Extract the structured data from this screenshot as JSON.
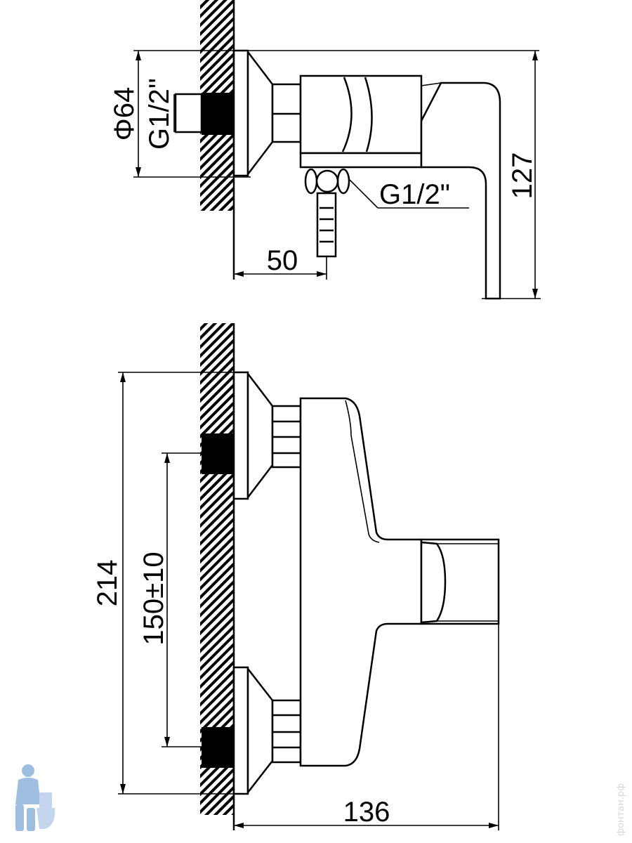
{
  "title": "Shower mixer dimensional drawing",
  "side_view": {
    "flange_diameter": "Φ64",
    "inlet_thread": "G1/2''",
    "outlet_thread": "G1/2\"",
    "outlet_offset": "50",
    "height": "127"
  },
  "front_view": {
    "overall_height": "214",
    "inlet_spacing": "150±10",
    "projection": "136"
  },
  "watermark": "фонтан.рф",
  "logo": {
    "name": "plumber-logo",
    "color": "#8fb4dc"
  }
}
